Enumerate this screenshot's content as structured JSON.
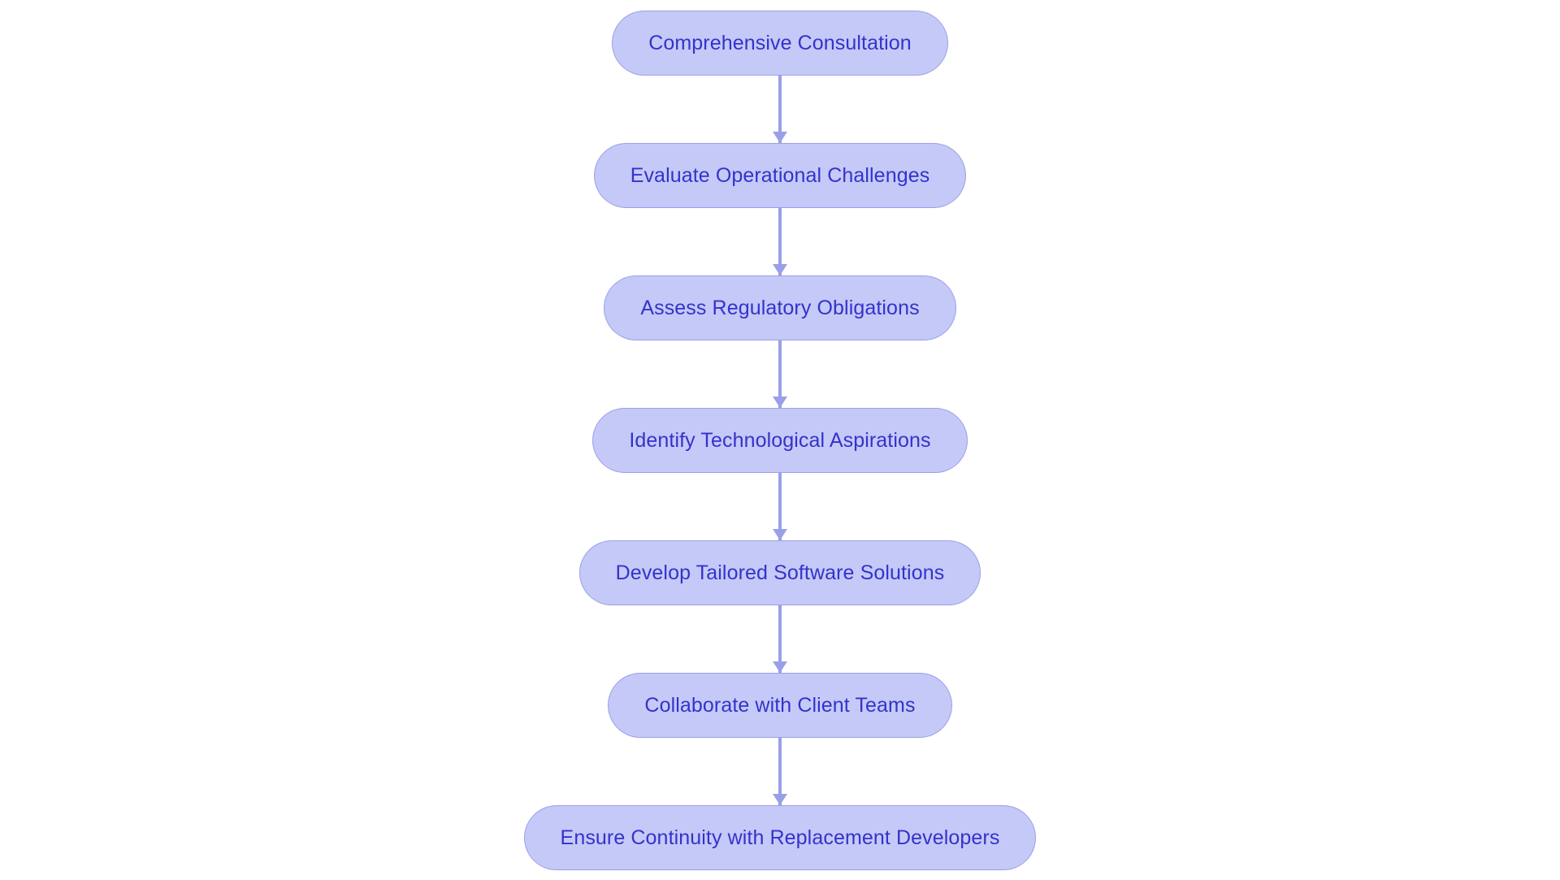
{
  "diagram": {
    "type": "flowchart",
    "orientation": "top-to-bottom",
    "background_color": "#ffffff",
    "node_fill_color": "#c5c9f7",
    "node_border_color": "#9aa0e8",
    "node_text_color": "#3333cc",
    "connector_color": "#9aa0e8",
    "node_count": 7,
    "connector_count": 6,
    "nodes": [
      {
        "id": "node-1",
        "label": "Comprehensive Consultation"
      },
      {
        "id": "node-2",
        "label": "Evaluate Operational Challenges"
      },
      {
        "id": "node-3",
        "label": "Assess Regulatory Obligations"
      },
      {
        "id": "node-4",
        "label": "Identify Technological Aspirations"
      },
      {
        "id": "node-5",
        "label": "Develop Tailored Software Solutions"
      },
      {
        "id": "node-6",
        "label": "Collaborate with Client Teams"
      },
      {
        "id": "node-7",
        "label": "Ensure Continuity with Replacement Developers"
      }
    ],
    "connectors": [
      {
        "id": "connector-1",
        "from": "node-1",
        "to": "node-2",
        "arrow": "down-arrow-icon"
      },
      {
        "id": "connector-2",
        "from": "node-2",
        "to": "node-3",
        "arrow": "down-arrow-icon"
      },
      {
        "id": "connector-3",
        "from": "node-3",
        "to": "node-4",
        "arrow": "down-arrow-icon"
      },
      {
        "id": "connector-4",
        "from": "node-4",
        "to": "node-5",
        "arrow": "down-arrow-icon"
      },
      {
        "id": "connector-5",
        "from": "node-5",
        "to": "node-6",
        "arrow": "down-arrow-icon"
      },
      {
        "id": "connector-6",
        "from": "node-6",
        "to": "node-7",
        "arrow": "down-arrow-icon"
      }
    ]
  }
}
